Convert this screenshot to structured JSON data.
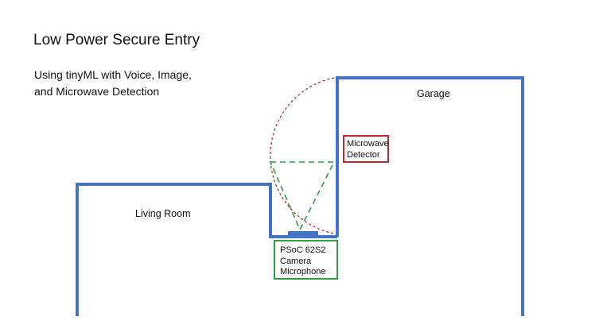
{
  "title": "Low Power Secure Entry",
  "subtitle": {
    "line1": "Using tinyML with Voice, Image,",
    "line2": "and Microwave Detection"
  },
  "rooms": {
    "garage": "Garage",
    "living_room": "Living Room"
  },
  "microwave_box": {
    "line1": "Microwave",
    "line2": "Detector",
    "color": "#c0272d"
  },
  "psoc_box": {
    "line1": "PSoC 62S2",
    "line2": "Camera",
    "line3": "Microphone",
    "color": "#2b9c3f"
  },
  "colors": {
    "wall": "#4472c4",
    "radar_arc": "#c0272d",
    "camera_cone": "#2b9c3f"
  }
}
